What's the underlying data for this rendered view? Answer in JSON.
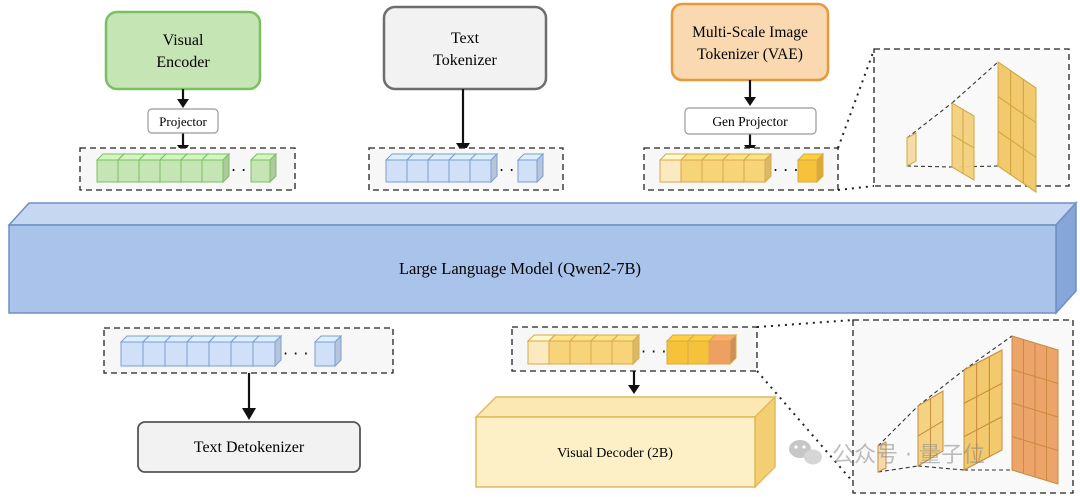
{
  "diagram": {
    "visual_encoder": "Visual Encoder",
    "text_tokenizer": "Text Tokenizer",
    "image_tokenizer": "Multi-Scale Image Tokenizer (VAE)",
    "projector": "Projector",
    "gen_projector": "Gen Projector",
    "llm": "Large Language Model (Qwen2-7B)",
    "text_detokenizer": "Text  Detokenizer",
    "visual_decoder": "Visual Decoder (2B)",
    "ellipsis": "· · ·"
  },
  "watermark": {
    "text": "公众号 · 量子位"
  },
  "colors": {
    "green_fill": "#c5e6b4",
    "green_stroke": "#7bbf63",
    "blue_fill": "#cfe0f8",
    "blue_stroke": "#7f9ed2",
    "orange_fill": "#fad9b0",
    "orange_stroke": "#e8973a",
    "yellow_light": "#fbe9bf",
    "yellow_mid": "#f7d37a",
    "yellow_strong": "#f5c23a",
    "orange_token": "#eea063",
    "llm_front": "#a9c3ea",
    "llm_top": "#c6d7f1",
    "llm_side": "#86a5d8",
    "decoder_front": "#fdf0c6",
    "gray_box": "#f2f2f2"
  }
}
